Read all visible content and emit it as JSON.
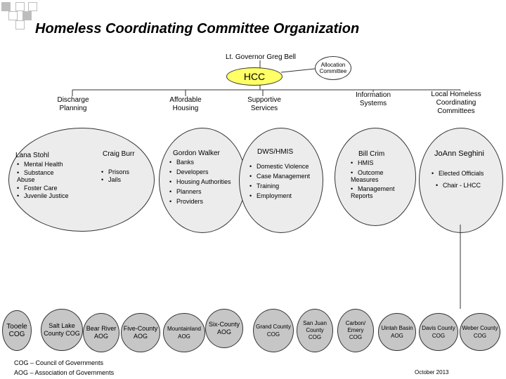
{
  "title": "Homeless Coordinating Committee Organization",
  "top": {
    "governor": "Lt. Governor Greg Bell",
    "allocation_line1": "Allocation",
    "allocation_line2": "Committee",
    "hcc": "HCC"
  },
  "categories": [
    {
      "line1": "Discharge",
      "line2": "Planning"
    },
    {
      "line1": "Affordable",
      "line2": "Housing"
    },
    {
      "line1": "Supportive",
      "line2": "Services"
    },
    {
      "line1": "Information",
      "line2": "Systems"
    },
    {
      "line1": "Local Homeless",
      "line2": "Coordinating",
      "line3": "Committees"
    }
  ],
  "groups": [
    {
      "lead": "Lana Stohl",
      "items": [
        "Mental Health",
        "Substance Abuse",
        "Foster Care",
        "Juvenile Justice"
      ]
    },
    {
      "lead": "Craig Burr",
      "items": [
        "Prisons",
        "Jails"
      ]
    },
    {
      "lead": "Gordon Walker",
      "items": [
        "Banks",
        "Developers",
        "Housing Authorities",
        "Planners",
        "Providers"
      ]
    },
    {
      "lead": "DWS/HMIS",
      "items": [
        "Domestic Violence",
        "Case Management",
        "Training",
        "Employment"
      ]
    },
    {
      "lead": "Bill Crim",
      "items": [
        "HMIS",
        "Outcome Measures",
        "Management Reports"
      ]
    },
    {
      "lead": "JoAnn Seghini",
      "items": [
        "Elected Officials",
        "Chair - LHCC"
      ]
    }
  ],
  "aogs": [
    {
      "line1": "Tooele",
      "line2": "COG"
    },
    {
      "line1": "Salt Lake",
      "line2": "County COG"
    },
    {
      "line1": "Bear River",
      "line2": "AOG"
    },
    {
      "line1": "Five-County",
      "line2": "AOG"
    },
    {
      "line1": "Mountainland",
      "line2": "AOG"
    },
    {
      "line1": "Six-County",
      "line2": "AOG"
    },
    {
      "line1": "Grand County",
      "line2": "COG"
    },
    {
      "line1": "San Juan",
      "line2": "County",
      "line3": "COG"
    },
    {
      "line1": "Carbon/",
      "line2": "Emery",
      "line3": "COG"
    },
    {
      "line1": "Uintah Basin",
      "line2": "AOG"
    },
    {
      "line1": "Davis County",
      "line2": "COG"
    },
    {
      "line1": "Weber County",
      "line2": "COG"
    }
  ],
  "legend": {
    "cog": "COG – Council of Governments",
    "aog": "AOG – Association of Governments"
  },
  "date": "October 2013",
  "colors": {
    "hcc_fill": "#ffff66",
    "circle_fill": "#c6c6c6",
    "oval_fill": "#ececec",
    "square_fill": "#bdbdbd"
  }
}
